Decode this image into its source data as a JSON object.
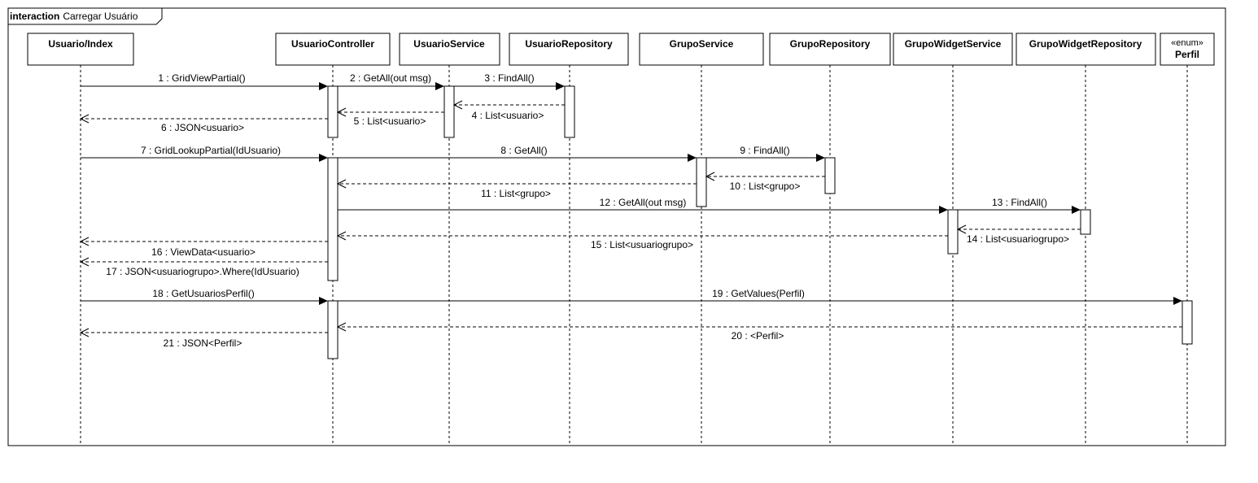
{
  "frame": {
    "keyword": "interaction",
    "name": "Carregar Usuário"
  },
  "participants": [
    {
      "id": "index",
      "name": "Usuario/Index",
      "stereotype": ""
    },
    {
      "id": "ctrl",
      "name": "UsuarioController",
      "stereotype": ""
    },
    {
      "id": "usvc",
      "name": "UsuarioService",
      "stereotype": ""
    },
    {
      "id": "urepo",
      "name": "UsuarioRepository",
      "stereotype": ""
    },
    {
      "id": "gsvc",
      "name": "GrupoService",
      "stereotype": ""
    },
    {
      "id": "grepo",
      "name": "GrupoRepository",
      "stereotype": ""
    },
    {
      "id": "gwsvc",
      "name": "GrupoWidgetService",
      "stereotype": ""
    },
    {
      "id": "gwrepo",
      "name": "GrupoWidgetRepository",
      "stereotype": ""
    },
    {
      "id": "perfil",
      "name": "Perfil",
      "stereotype": "«enum»"
    }
  ],
  "messages": [
    {
      "label": "1 : GridViewPartial()",
      "from": "index",
      "to": "ctrl",
      "kind": "call"
    },
    {
      "label": "2 : GetAll(out msg)",
      "from": "ctrl",
      "to": "usvc",
      "kind": "call"
    },
    {
      "label": "3 : FindAll()",
      "from": "usvc",
      "to": "urepo",
      "kind": "call"
    },
    {
      "label": "4 : List<usuario>",
      "from": "urepo",
      "to": "usvc",
      "kind": "return"
    },
    {
      "label": "5 : List<usuario>",
      "from": "usvc",
      "to": "ctrl",
      "kind": "return"
    },
    {
      "label": "6 : JSON<usuario>",
      "from": "ctrl",
      "to": "index",
      "kind": "return"
    },
    {
      "label": "7 : GridLookupPartial(IdUsuario)",
      "from": "index",
      "to": "ctrl",
      "kind": "call"
    },
    {
      "label": "8 : GetAll()",
      "from": "ctrl",
      "to": "gsvc",
      "kind": "call"
    },
    {
      "label": "9 : FindAll()",
      "from": "gsvc",
      "to": "grepo",
      "kind": "call"
    },
    {
      "label": "10 : List<grupo>",
      "from": "grepo",
      "to": "gsvc",
      "kind": "return"
    },
    {
      "label": "11 : List<grupo>",
      "from": "gsvc",
      "to": "ctrl",
      "kind": "return"
    },
    {
      "label": "12 : GetAll(out msg)",
      "from": "ctrl",
      "to": "gwsvc",
      "kind": "call"
    },
    {
      "label": "13 : FindAll()",
      "from": "gwsvc",
      "to": "gwrepo",
      "kind": "call"
    },
    {
      "label": "14 : List<usuariogrupo>",
      "from": "gwrepo",
      "to": "gwsvc",
      "kind": "return"
    },
    {
      "label": "15 : List<usuariogrupo>",
      "from": "gwsvc",
      "to": "ctrl",
      "kind": "return"
    },
    {
      "label": "16 : ViewData<usuario>",
      "from": "ctrl",
      "to": "index",
      "kind": "return"
    },
    {
      "label": "17 : JSON<usuariogrupo>.Where(IdUsuario)",
      "from": "ctrl",
      "to": "index",
      "kind": "return"
    },
    {
      "label": "18 : GetUsuariosPerfil()",
      "from": "index",
      "to": "ctrl",
      "kind": "call"
    },
    {
      "label": "19 : GetValues(Perfil)",
      "from": "ctrl",
      "to": "perfil",
      "kind": "call"
    },
    {
      "label": "20 : <Perfil>",
      "from": "perfil",
      "to": "ctrl",
      "kind": "return"
    },
    {
      "label": "21 : JSON<Perfil>",
      "from": "ctrl",
      "to": "index",
      "kind": "return"
    }
  ]
}
